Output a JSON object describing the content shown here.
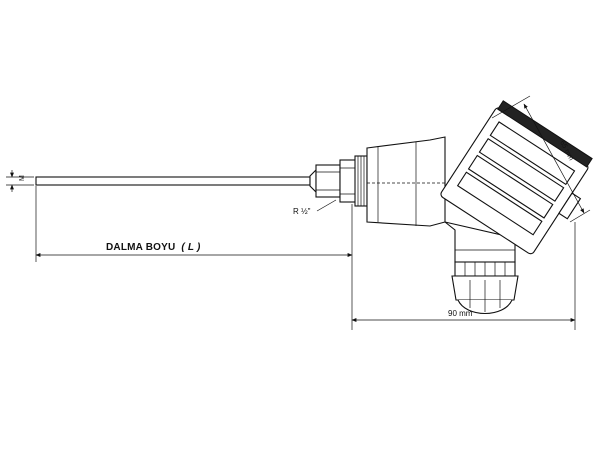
{
  "diagram": {
    "labels": {
      "immersion_length": "DALMA BOYU",
      "immersion_symbol": "( L )",
      "thread": "R ½\"",
      "width_dim": "90 mm",
      "head_dim": "65 mm",
      "diameter_symbol": "M"
    }
  }
}
